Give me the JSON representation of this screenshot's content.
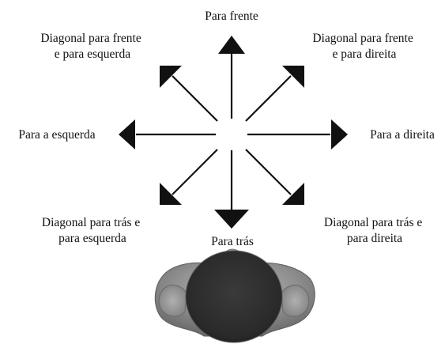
{
  "colors": {
    "background": "#ffffff",
    "ink": "#111111",
    "head_skin": "#8f8f8f",
    "hair": "#2f2f2f"
  },
  "directions": {
    "forward": {
      "lines": [
        "Para frente"
      ]
    },
    "forward_left": {
      "lines": [
        "Diagonal para frente",
        "e para esquerda"
      ]
    },
    "forward_right": {
      "lines": [
        "Diagonal para frente",
        "e para direita"
      ]
    },
    "left": {
      "lines": [
        "Para a esquerda"
      ]
    },
    "right": {
      "lines": [
        "Para a direita"
      ]
    },
    "back_left": {
      "lines": [
        "Diagonal para trás e",
        "para esquerda"
      ]
    },
    "back_right": {
      "lines": [
        "Diagonal para trás e",
        "para direita"
      ]
    },
    "back": {
      "lines": [
        "Para trás"
      ]
    }
  },
  "figure": {
    "icon": "top-view-head-icon"
  }
}
